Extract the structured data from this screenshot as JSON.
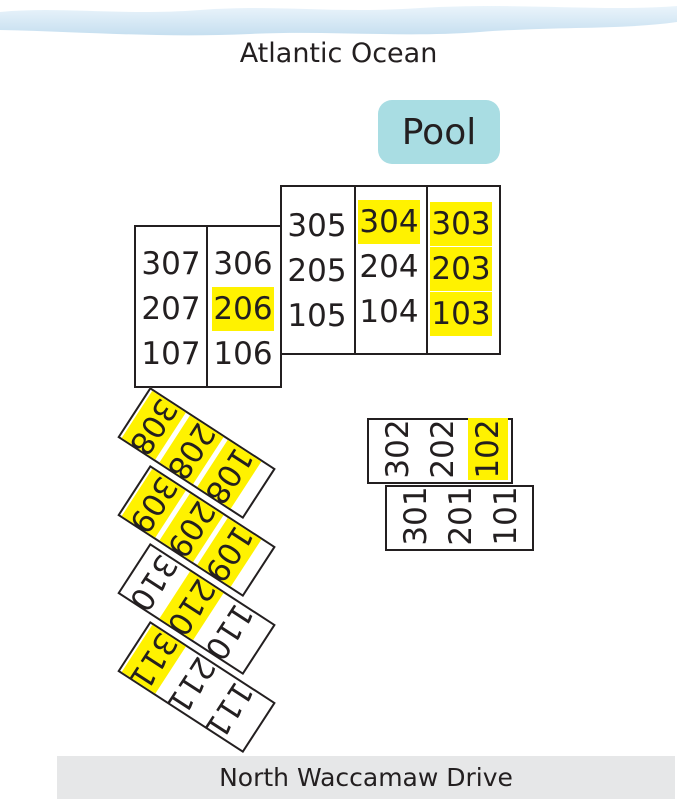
{
  "ocean": {
    "label": "Atlantic Ocean"
  },
  "pool": {
    "label": "Pool"
  },
  "road": {
    "label": "North Waccamaw Drive"
  },
  "colors": {
    "highlight": "#fff200",
    "pool": "#a9dde3",
    "ocean": "#cfe6f5",
    "road": "#e6e7e8"
  },
  "buildings_top": [
    {
      "units": [
        "307",
        "207",
        "107"
      ],
      "highlighted": []
    },
    {
      "units": [
        "306",
        "206",
        "106"
      ],
      "highlighted": [
        "206"
      ]
    },
    {
      "units": [
        "305",
        "205",
        "105"
      ],
      "highlighted": []
    },
    {
      "units": [
        "304",
        "204",
        "104"
      ],
      "highlighted": [
        "304"
      ]
    },
    {
      "units": [
        "303",
        "203",
        "103"
      ],
      "highlighted": [
        "303",
        "203",
        "103"
      ]
    }
  ],
  "buildings_right": [
    {
      "units": [
        "302",
        "202",
        "102"
      ],
      "highlighted": [
        "102"
      ]
    },
    {
      "units": [
        "301",
        "201",
        "101"
      ],
      "highlighted": []
    }
  ],
  "buildings_angled": [
    {
      "units": [
        "308",
        "208",
        "108"
      ],
      "highlighted": [
        "308",
        "208",
        "108"
      ]
    },
    {
      "units": [
        "309",
        "209",
        "109"
      ],
      "highlighted": [
        "309",
        "209",
        "109"
      ]
    },
    {
      "units": [
        "310",
        "210",
        "110"
      ],
      "highlighted": [
        "210"
      ]
    },
    {
      "units": [
        "311",
        "211",
        "111"
      ],
      "highlighted": [
        "311"
      ]
    }
  ]
}
